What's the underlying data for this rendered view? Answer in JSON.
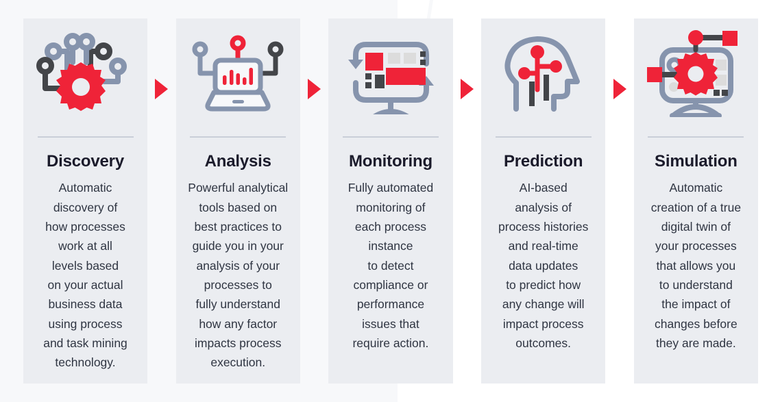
{
  "theme": {
    "accent_red": "#ef2338",
    "card_bg": "#ebedf1",
    "page_bg": "#f7f8fa",
    "icon_blue_gray": "#8694ad",
    "icon_dark": "#434549",
    "divider": "#c9ced8",
    "title_color": "#1b1b2b",
    "body_color": "#2f3542"
  },
  "cards": [
    {
      "id": "discovery",
      "icon": "gear-circuit-icon",
      "title": "Discovery",
      "description": "Automatic\ndiscovery of\nhow processes\nwork at all\nlevels based\non your actual\nbusiness data\nusing process\nand task mining\ntechnology."
    },
    {
      "id": "analysis",
      "icon": "laptop-chart-icon",
      "title": "Analysis",
      "description": "Powerful analytical\ntools based on\nbest practices to\nguide you in your\nanalysis of your\nprocesses to\nfully understand\nhow any factor\nimpacts process\nexecution."
    },
    {
      "id": "monitoring",
      "icon": "monitor-dashboard-refresh-icon",
      "title": "Monitoring",
      "description": "Fully automated\nmonitoring of\neach process\ninstance\nto detect\ncompliance or\nperformance\nissues that\nrequire action."
    },
    {
      "id": "prediction",
      "icon": "head-ai-network-icon",
      "title": "Prediction",
      "description": "AI-based\nanalysis of\nprocess histories\nand real-time\ndata updates\nto predict how\nany change will\nimpact process\noutcomes."
    },
    {
      "id": "simulation",
      "icon": "monitor-gear-nodes-icon",
      "title": "Simulation",
      "description": "Automatic\ncreation of a true\ndigital twin of\nyour processes\nthat allows you\nto understand\nthe impact of\nchanges before\nthey are made."
    }
  ],
  "arrows": [
    {
      "id": "arrow-1",
      "icon": "arrow-right-icon"
    },
    {
      "id": "arrow-2",
      "icon": "arrow-right-icon"
    },
    {
      "id": "arrow-3",
      "icon": "arrow-right-icon"
    },
    {
      "id": "arrow-4",
      "icon": "arrow-right-icon"
    }
  ]
}
